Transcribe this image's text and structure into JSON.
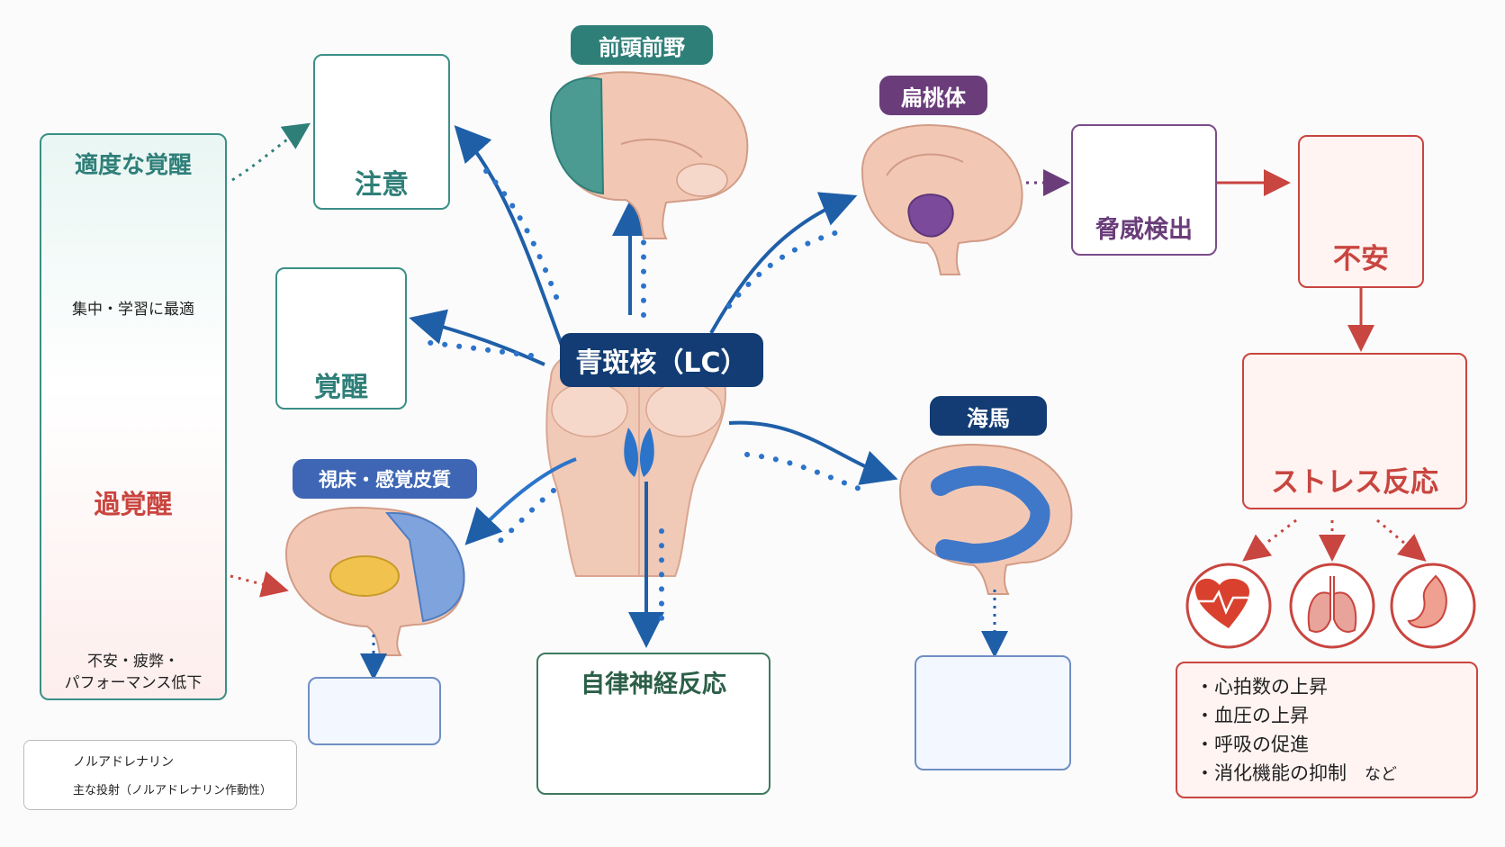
{
  "center": {
    "label": "青斑核（LC）"
  },
  "regions": {
    "prefrontal": "前頭前野",
    "amygdala": "扁桃体",
    "hippocampus": "海馬",
    "thalamus": "視床・感覚皮質"
  },
  "functions": {
    "attention": "注意",
    "arousal": "覚醒",
    "threat": "脅威検出",
    "anxiety": "不安",
    "stress": "ストレス反応",
    "autonomic": "自律神経反応"
  },
  "arousal_panel": {
    "optimal_title": "適度な覚醒",
    "optimal_desc": "集中・学習に最適",
    "over_title": "過覚醒",
    "over_desc_1": "不安・疲弊・",
    "over_desc_2": "パフォーマンス低下"
  },
  "stress_effects": [
    "心拍数の上昇",
    "血圧の上昇",
    "呼吸の促進",
    "消化機能の抑制"
  ],
  "stress_effects_suffix": "など",
  "legend": {
    "noradrenaline": "ノルアドレナリン",
    "projection": "主な投射（ノルアドレナリン作動性）"
  },
  "colors": {
    "teal": "#3b8f86",
    "blue": "#1f5fa8",
    "purple": "#6a3d7a",
    "red": "#c9453f",
    "navy": "#123c73",
    "green": "#3f7a5e"
  },
  "icons": {
    "attention": "head-target-icon",
    "arousal": "sun-icon",
    "threat": "warning-triangle-icon",
    "anxiety": "worried-face-icon",
    "stress": "heart-pulse-flame-icon",
    "thalamus_output": "eye-icon",
    "hippocampus_output": "neuron-icon",
    "autonomic": "organs-icon"
  }
}
